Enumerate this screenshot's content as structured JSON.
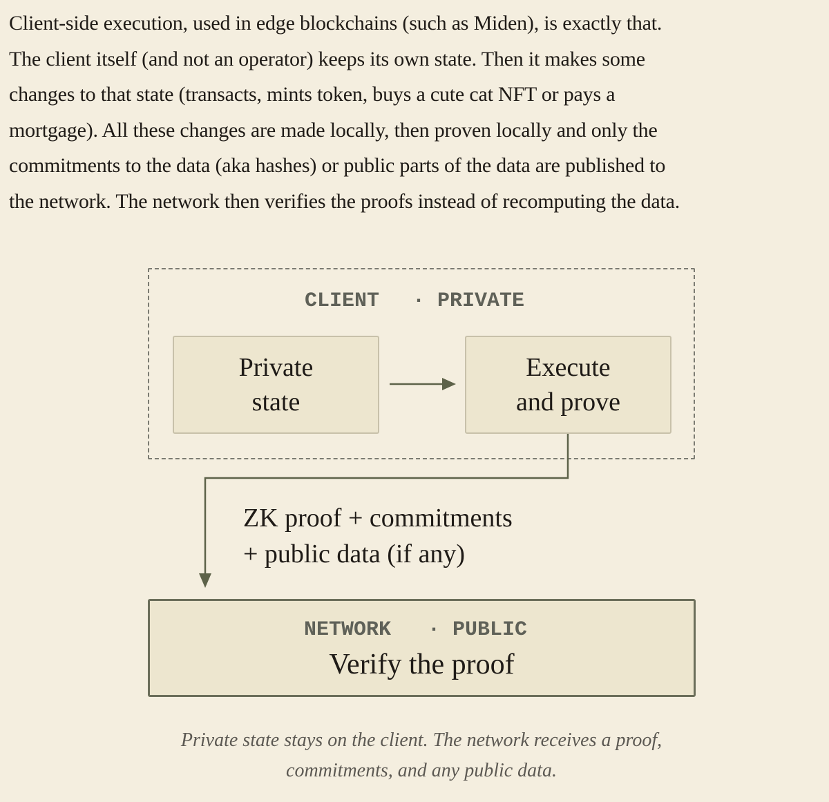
{
  "paragraph": {
    "lines": [
      "Client-side execution, used in edge blockchains (such as Miden), is exactly that.",
      "The client itself (and not an operator) keeps its own state. Then it makes some",
      "changes to that state (transacts, mints token, buys a cute cat NFT or pays a",
      "mortgage). All these changes are made locally, then proven locally and only the",
      "commitments to the data (aka hashes) or public parts of the data are published to",
      "the network. The network then verifies the proofs instead of recomputing the data."
    ]
  },
  "diagram": {
    "client": {
      "label": "CLIENT",
      "separator": "·",
      "qualifier": "PRIVATE"
    },
    "nodes": {
      "private_state": "Private\nstate",
      "execute_prove": "Execute\nand prove"
    },
    "edge_label": {
      "line1": "ZK proof + commitments",
      "line2": "+ public data (if any)"
    },
    "network": {
      "label": "NETWORK",
      "separator": "·",
      "qualifier": "PUBLIC",
      "title": "Verify the proof"
    },
    "colors": {
      "background": "#f4eedf",
      "box_fill": "#ede6cf",
      "box_border": "#c8c1aa",
      "network_border": "#6b6e5a",
      "arrow": "#5d6249",
      "dashed_frame": "#7b7b72",
      "label_gray": "#5f6158"
    }
  },
  "caption": {
    "line1": "Private state stays on the client. The network receives a proof,",
    "line2": "commitments, and any public data."
  }
}
